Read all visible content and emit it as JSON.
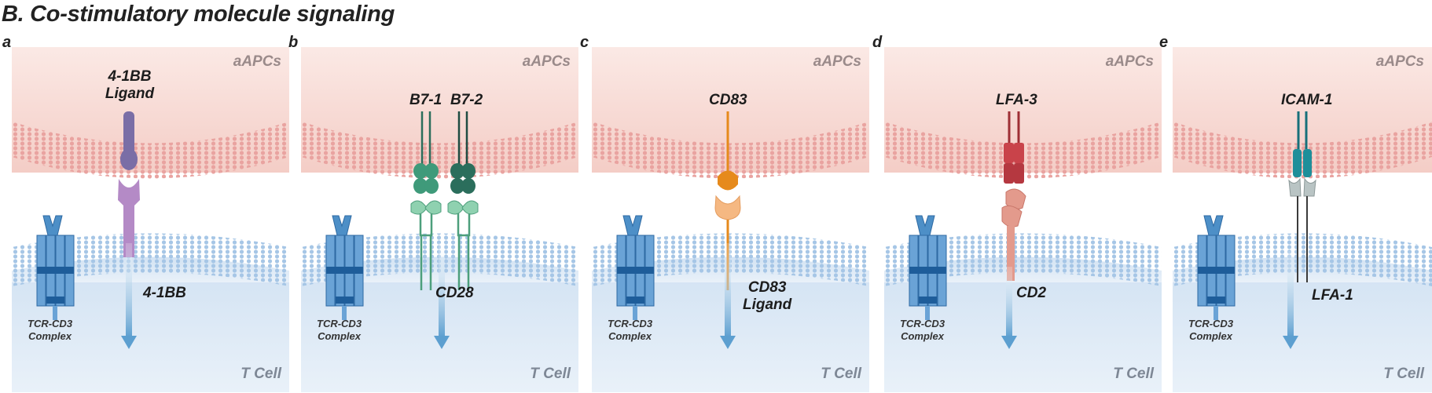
{
  "title": "B. Co-stimulatory molecule signaling",
  "colors": {
    "apc_membrane": "#e9a6a6",
    "tcell_membrane": "#a9c7e6",
    "tcr": "#5f97cc",
    "tcr_dark": "#1e5d9a",
    "4_1bb_ligand": "#7a6ea6",
    "4_1bb": "#b48ac6",
    "b7": "#3f9a7a",
    "b7_dark": "#2b6e5c",
    "cd28": "#8fd1b0",
    "cd83": "#e68a1c",
    "cd83_ligand": "#f5b882",
    "lfa3": "#c9434a",
    "cd2": "#e39a8c",
    "icam1": "#1e8f9a",
    "lfa1": "#b9c4c4",
    "arrow": "#5c9fd0"
  },
  "panels": [
    {
      "letter": "a",
      "apc_label": "aAPCs",
      "tcell_label": "T Cell",
      "tcr_label": [
        "TCR-CD3",
        "Complex"
      ],
      "ligand_labels": [
        "4-1BB",
        "Ligand"
      ],
      "receptor_labels": [
        "4-1BB"
      ]
    },
    {
      "letter": "b",
      "apc_label": "aAPCs",
      "tcell_label": "T Cell",
      "tcr_label": [
        "TCR-CD3",
        "Complex"
      ],
      "ligand_labels": [
        "B7-1",
        "B7-2"
      ],
      "receptor_labels": [
        "CD28"
      ]
    },
    {
      "letter": "c",
      "apc_label": "aAPCs",
      "tcell_label": "T Cell",
      "tcr_label": [
        "TCR-CD3",
        "Complex"
      ],
      "ligand_labels": [
        "CD83"
      ],
      "receptor_labels": [
        "CD83",
        "Ligand"
      ]
    },
    {
      "letter": "d",
      "apc_label": "aAPCs",
      "tcell_label": "T Cell",
      "tcr_label": [
        "TCR-CD3",
        "Complex"
      ],
      "ligand_labels": [
        "LFA-3"
      ],
      "receptor_labels": [
        "CD2"
      ]
    },
    {
      "letter": "e",
      "apc_label": "aAPCs",
      "tcell_label": "T Cell",
      "tcr_label": [
        "TCR-CD3",
        "Complex"
      ],
      "ligand_labels": [
        "ICAM-1"
      ],
      "receptor_labels": [
        "LFA-1"
      ]
    }
  ]
}
